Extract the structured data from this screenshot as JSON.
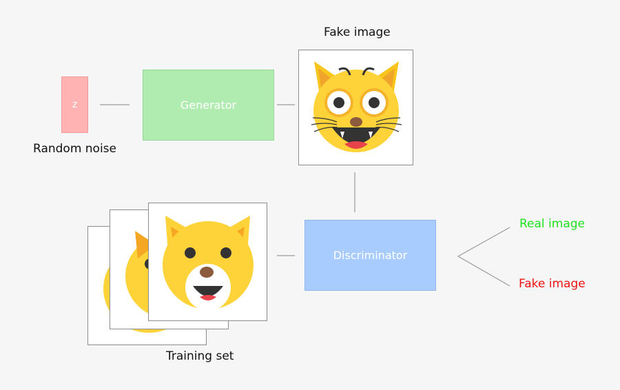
{
  "diagram": {
    "noise": {
      "symbol": "z",
      "caption": "Random noise",
      "color": "#ffb3b3"
    },
    "generator": {
      "label": "Generator",
      "color": "#b0ebb0"
    },
    "fake_image_caption": "Fake image",
    "training_set_caption": "Training set",
    "discriminator": {
      "label": "Discriminator",
      "color": "#a9ccff"
    },
    "outputs": {
      "real": {
        "label": "Real image",
        "color": "#1ee01e"
      },
      "fake": {
        "label": "Fake image",
        "color": "#ee1111"
      }
    }
  }
}
